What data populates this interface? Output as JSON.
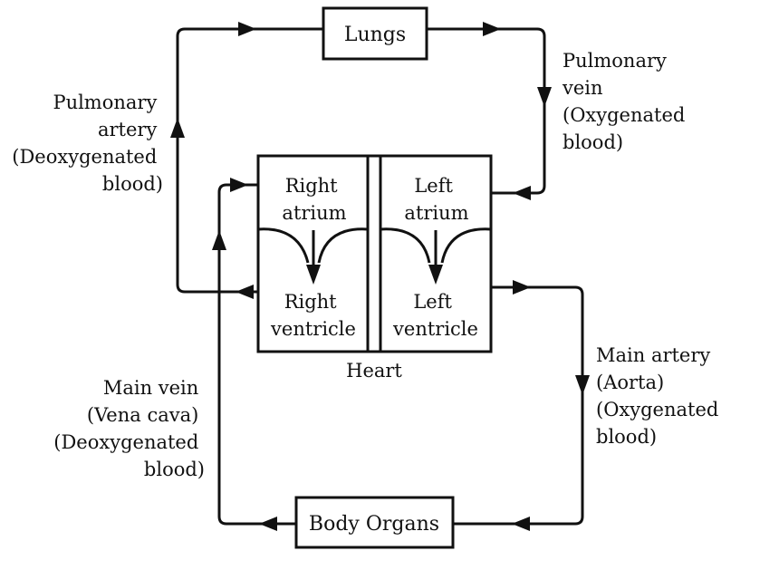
{
  "diagram": {
    "title": "Double circulation of blood in humans",
    "colors": {
      "stroke": "#111111",
      "background": "#ffffff"
    },
    "nodes": {
      "lungs": {
        "label": "Lungs"
      },
      "body_organs": {
        "label": "Body Organs"
      },
      "heart": {
        "label": "Heart",
        "chambers": {
          "right_atrium": [
            "Right",
            "atrium"
          ],
          "right_ventricle": [
            "Right",
            "ventricle"
          ],
          "left_atrium": [
            "Left",
            "atrium"
          ],
          "left_ventricle": [
            "Left",
            "ventricle"
          ]
        }
      }
    },
    "vessels": {
      "pulmonary_artery": [
        "Pulmonary",
        "artery",
        "(Deoxygenated",
        "blood)"
      ],
      "pulmonary_vein": [
        "Pulmonary",
        "vein",
        "(Oxygenated",
        "blood)"
      ],
      "main_artery": [
        "Main artery",
        "(Aorta)",
        "(Oxygenated",
        "blood)"
      ],
      "main_vein": [
        "Main vein",
        "(Vena cava)",
        "(Deoxygenated",
        "blood)"
      ]
    },
    "flows": [
      {
        "from": "Right ventricle",
        "to": "Lungs",
        "via": "Pulmonary artery"
      },
      {
        "from": "Lungs",
        "to": "Left atrium",
        "via": "Pulmonary vein"
      },
      {
        "from": "Left atrium",
        "to": "Left ventricle"
      },
      {
        "from": "Left ventricle",
        "to": "Body Organs",
        "via": "Main artery (Aorta)"
      },
      {
        "from": "Body Organs",
        "to": "Right atrium",
        "via": "Main vein (Vena cava)"
      },
      {
        "from": "Right atrium",
        "to": "Right ventricle"
      }
    ]
  }
}
